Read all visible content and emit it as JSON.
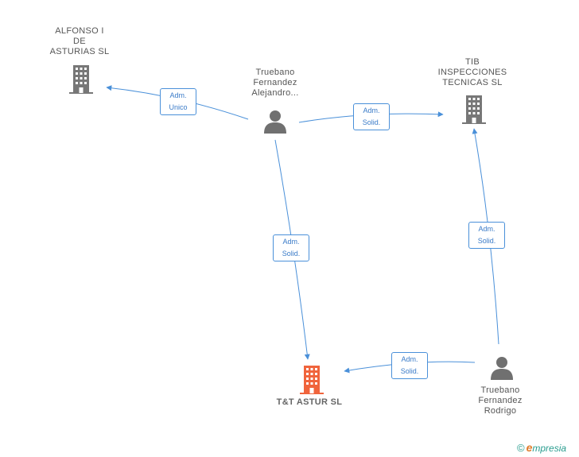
{
  "nodes": {
    "alfonso": {
      "lines": [
        "ALFONSO I",
        "DE",
        "ASTURIAS SL"
      ],
      "type": "company"
    },
    "alejandro": {
      "lines": [
        "Truebano",
        "Fernandez",
        "Alejandro..."
      ],
      "type": "person"
    },
    "tib": {
      "lines": [
        "TIB",
        "INSPECCIONES",
        "TECNICAS SL"
      ],
      "type": "company"
    },
    "ttastur": {
      "lines": [
        "T&T ASTUR SL"
      ],
      "type": "company",
      "highlight": true
    },
    "rodrigo": {
      "lines": [
        "Truebano",
        "Fernandez",
        "Rodrigo"
      ],
      "type": "person"
    }
  },
  "edges": [
    {
      "from": "alejandro",
      "to": "alfonso",
      "lines": [
        "Adm.",
        "Unico"
      ]
    },
    {
      "from": "alejandro",
      "to": "tib",
      "lines": [
        "Adm.",
        "Solid."
      ]
    },
    {
      "from": "alejandro",
      "to": "ttastur",
      "lines": [
        "Adm.",
        "Solid."
      ]
    },
    {
      "from": "rodrigo",
      "to": "tib",
      "lines": [
        "Adm.",
        "Solid."
      ]
    },
    {
      "from": "rodrigo",
      "to": "ttastur",
      "lines": [
        "Adm.",
        "Solid."
      ]
    }
  ],
  "colors": {
    "edge": "#4a90d9",
    "company": "#777777",
    "highlight": "#f0643c",
    "person": "#707070"
  },
  "brand": {
    "symbol": "©",
    "initial": "e",
    "rest": "mpresia"
  }
}
